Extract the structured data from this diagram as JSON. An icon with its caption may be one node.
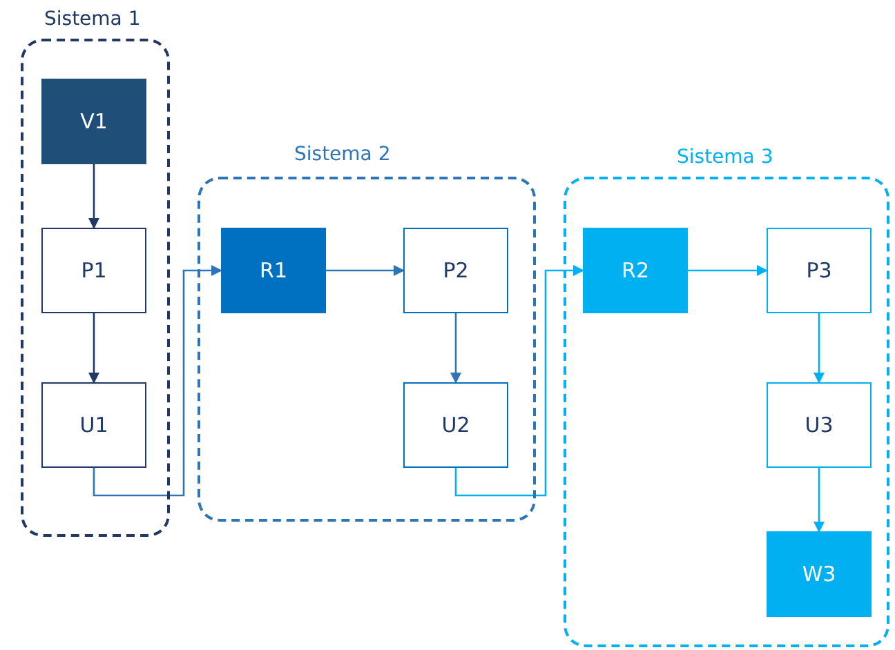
{
  "diagram": {
    "nodes": [
      {
        "text": [
          "Sistema 1"
        ]
      },
      {
        "text": [
          "V1"
        ],
        "in": 0
      },
      {
        "text": [
          "P1"
        ],
        "in": 0
      },
      {
        "text": [
          "U1"
        ],
        "in": 0
      },
      {
        "text": [
          "Sistema 2"
        ]
      },
      {
        "text": [
          "R1"
        ],
        "in": 4
      },
      {
        "text": [
          "P2"
        ],
        "in": 4
      },
      {
        "text": [
          "U2"
        ],
        "in": 4
      },
      {
        "text": [
          "Sistema 3"
        ]
      },
      {
        "text": [
          "R2"
        ],
        "in": 8
      },
      {
        "text": [
          "P3"
        ],
        "in": 8
      },
      {
        "text": [
          "U3"
        ],
        "in": 8
      },
      {
        "text": [
          "W3"
        ],
        "in": 8
      }
    ],
    "edges": [
      {
        "from": 1,
        "to": 2,
        "arrow": "to",
        "color": "#1f3864"
      },
      {
        "from": 2,
        "to": 3,
        "arrow": "to",
        "color": "#1f3864"
      },
      {
        "from": 3,
        "to": 5,
        "arrow": "to"
      },
      {
        "from": 5,
        "to": 6,
        "arrow": "to"
      },
      {
        "from": 6,
        "to": 7,
        "arrow": "to"
      },
      {
        "from": 7,
        "to": 9,
        "arrow": "to",
        "color": "#00b0f0"
      },
      {
        "from": 9,
        "to": 10,
        "arrow": "to",
        "color": "#00b0f0"
      },
      {
        "from": 10,
        "to": 11,
        "arrow": "to",
        "color": "#00b0f0"
      },
      {
        "from": 11,
        "to": 12,
        "arrow": "to",
        "color": "#00b0f0"
      }
    ]
  }
}
